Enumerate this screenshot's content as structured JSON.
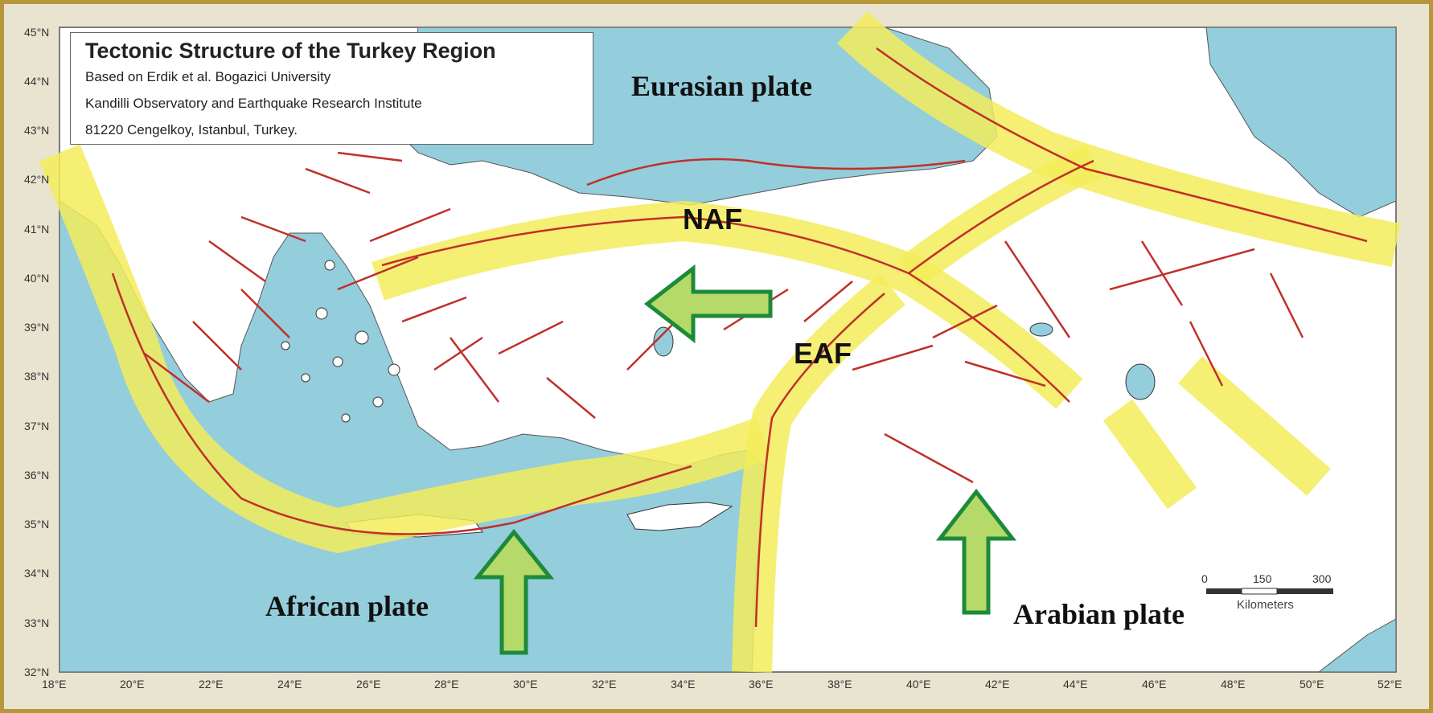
{
  "title_box": {
    "title": "Tectonic Structure of the Turkey Region",
    "line1": "Based on Erdik et al. Bogazici University",
    "line2": "Kandilli Observatory and Earthquake Research Institute",
    "line3": "81220 Cengelkoy, Istanbul, Turkey."
  },
  "latitude_labels": [
    "45°N",
    "44°N",
    "43°N",
    "42°N",
    "41°N",
    "40°N",
    "39°N",
    "38°N",
    "37°N",
    "36°N",
    "35°N",
    "34°N",
    "33°N",
    "32°N"
  ],
  "longitude_labels": [
    "18°E",
    "20°E",
    "22°E",
    "24°E",
    "26°E",
    "28°E",
    "30°E",
    "32°E",
    "34°E",
    "36°E",
    "38°E",
    "40°E",
    "42°E",
    "44°E",
    "46°E",
    "48°E",
    "50°E",
    "52°E"
  ],
  "plates": {
    "eurasian": "Eurasian plate",
    "african": "African plate",
    "arabian": "Arabian plate"
  },
  "fault_labels": {
    "naf": "NAF",
    "eaf": "EAF"
  },
  "scale": {
    "tick0": "0",
    "tick1": "150",
    "tick2": "300",
    "unit": "Kilometers"
  },
  "colors": {
    "sea": "#94cddc",
    "land": "#ffffff",
    "fault_zone": "#f3ec5a",
    "fault_line": "#c0302a",
    "arrow_fill": "#b5da6a",
    "arrow_stroke": "#1d8a3a",
    "frame": "#b8963c"
  }
}
